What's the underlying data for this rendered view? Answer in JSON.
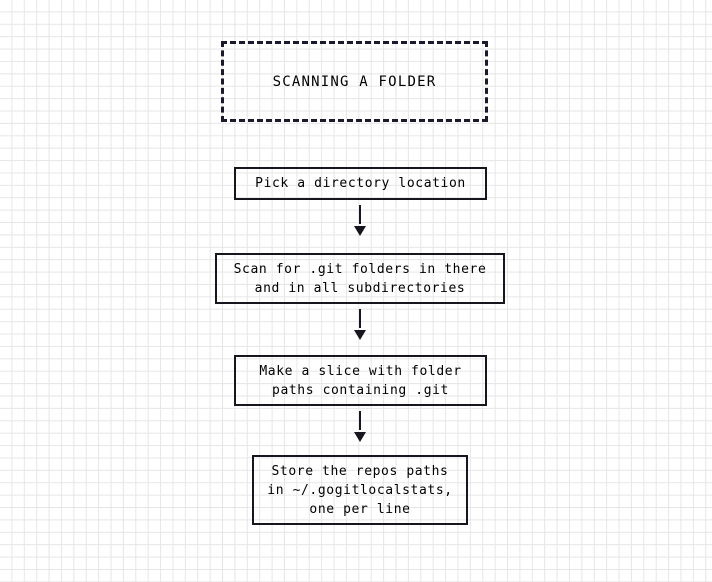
{
  "diagram": {
    "title": "SCANNING A FOLDER",
    "background": "grid-paper",
    "colors": {
      "grid_line": "#e6e6e6",
      "page": "#ffffff",
      "stroke": "#16161f",
      "title_stroke": "#1a1a2e",
      "text": "#000000"
    },
    "nodes": [
      {
        "id": "pick-directory",
        "label": "Pick a directory location"
      },
      {
        "id": "scan-git-folders",
        "label": "Scan for .git folders in there\nand in all subdirectories"
      },
      {
        "id": "make-slice",
        "label": "Make a slice with folder\npaths containing .git"
      },
      {
        "id": "store-repos",
        "label": "Store the repos paths\nin ~/.gogitlocalstats,\none per line"
      }
    ],
    "arrows": [
      {
        "id": "arrow-pick-to-scan",
        "from": "pick-directory",
        "to": "scan-git-folders",
        "glyph": "arrow-down-icon"
      },
      {
        "id": "arrow-scan-to-slice",
        "from": "scan-git-folders",
        "to": "make-slice",
        "glyph": "arrow-down-icon"
      },
      {
        "id": "arrow-slice-to-store",
        "from": "make-slice",
        "to": "store-repos",
        "glyph": "arrow-down-icon"
      }
    ]
  }
}
